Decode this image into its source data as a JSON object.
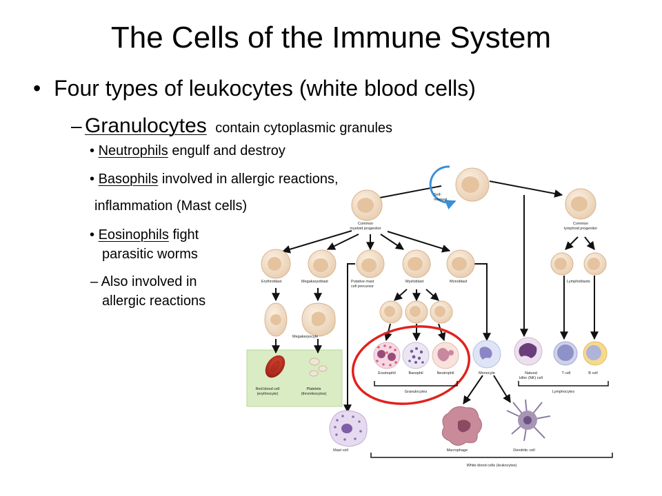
{
  "title": "The Cells of the Immune System",
  "bullets": {
    "main": "Four types of leukocytes (white blood cells)",
    "granulocytes_term": "Granulocytes",
    "granulocytes_desc": "contain cytoplasmic granules",
    "neutrophils_term": "Neutrophils",
    "neutrophils_desc": "engulf and destroy",
    "basophils_term": "Basophils",
    "basophils_desc": "involved in allergic reactions,",
    "basophils_cont": "inflammation (Mast cells)",
    "eosinophils_term": "Eosinophils",
    "eosinophils_desc1": "fight",
    "eosinophils_desc2": "parasitic worms",
    "also1": "Also involved in",
    "also2": "allergic reactions",
    "dash": "–",
    "dot": "•"
  },
  "diagram": {
    "self_renewal": [
      "Self-",
      "renewal"
    ],
    "common_myeloid": [
      "Common",
      "myeloid progenitor"
    ],
    "common_lymphoid": [
      "Common",
      "lymphoid progenitor"
    ],
    "erythroblast": "Erythroblast",
    "megakaryoblast": "Megakaryoblast",
    "putative_mast": [
      "Putative mast",
      "cell precursor"
    ],
    "myeloblast": "Myeloblast",
    "monoblast": "Monoblast",
    "lymphoblasts": "Lymphoblasts",
    "megakaryocyte": "Megakaryocyte",
    "red_blood_cell": [
      "Red blood cell",
      "(erythrocyte)"
    ],
    "platelets": [
      "Platelets",
      "(thrombocytes)"
    ],
    "eosinophil": "Eosinophil",
    "basophil": "Basophil",
    "neutrophil": "Neutrophil",
    "monocyte": "Monocyte",
    "nk_cell": [
      "Natural",
      "killer (NK) cell"
    ],
    "t_cell": "T cell",
    "b_cell": "B cell",
    "granulocytes": "Granulocytes",
    "lymphocytes": "Lymphocytes",
    "mast_cell": "Mast cell",
    "macrophage": "Macrophage",
    "dendritic_cell": "Dendritic cell",
    "white_blood_cells": "White blood cells (leukocytes)"
  },
  "colors": {
    "cell_fill": "#f3dcc2",
    "cell_nucleus": "#e4c39e",
    "highlight_ring": "#e0221e",
    "self_renewal_arrow": "#3a8fd6",
    "rbc": "#b8271a",
    "mast_cell": "#ddd0e8",
    "macrophage": "#c98b9a",
    "dendritic": "#a795b5"
  }
}
